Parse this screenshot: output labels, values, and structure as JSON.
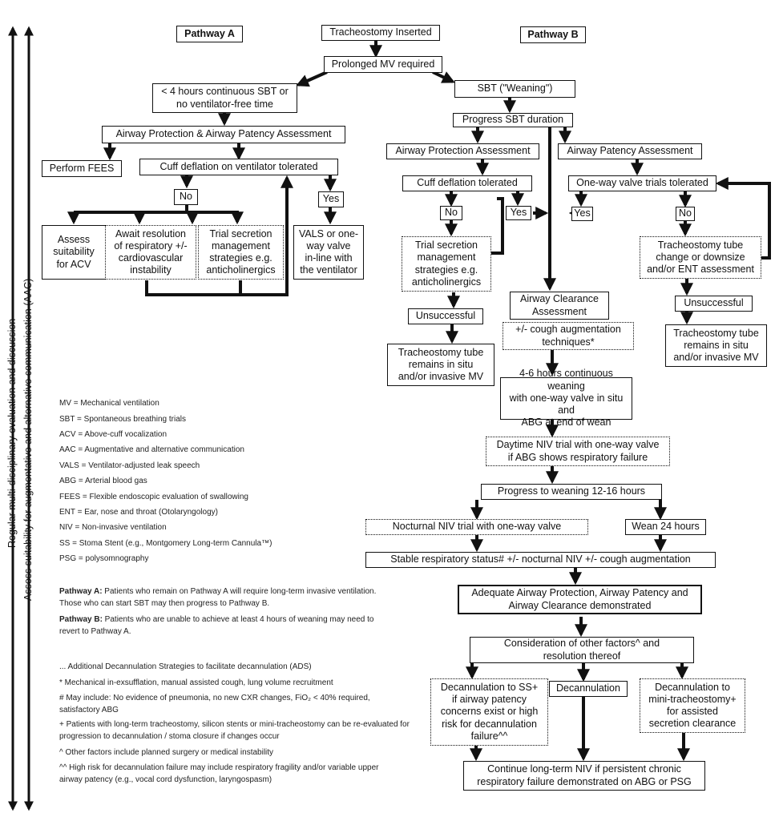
{
  "side_labels": {
    "outer": "Regular multi-disciplinary evaluation and discussion",
    "inner": "Assess suitability for augmentative and alternative communication (AAC)"
  },
  "headers": {
    "pathway_a": "Pathway A",
    "pathway_b": "Pathway B"
  },
  "top": {
    "inserted": "Tracheostomy Inserted",
    "prolonged": "Prolonged MV required"
  },
  "pathway_a": {
    "lt4": "< 4 hours continuous SBT or\nno ventilator-free time",
    "assessment": "Airway Protection & Airway Patency Assessment",
    "fees": "Perform FEES",
    "cuff": "Cuff deflation on ventilator tolerated",
    "no": "No",
    "yes": "Yes",
    "acv": "Assess\nsuitability\nfor ACV",
    "await": "Await resolution\nof respiratory +/-\ncardiovascular\ninstability",
    "trial": "Trial secretion\nmanagement\nstrategies e.g.\nanticholinergics",
    "vals": "VALS or one-\nway valve\nin-line with\nthe ventilator"
  },
  "pathway_b": {
    "sbt": "SBT (\"Weaning\")",
    "progress": "Progress SBT duration",
    "protection": "Airway Protection Assessment",
    "patency": "Airway Patency Assessment",
    "cuff": "Cuff deflation tolerated",
    "oneway": "One-way valve trials tolerated",
    "no_left": "No",
    "yes_left": "Yes",
    "yes_right": "Yes",
    "no_right": "No",
    "trial": "Trial secretion\nmanagement\nstrategies e.g.\nanticholinergics",
    "change": "Tracheostomy tube\nchange or downsize\nand/or ENT assessment",
    "unsuccessful_left": "Unsuccessful",
    "unsuccessful_right": "Unsuccessful",
    "remains_left": "Tracheostomy tube\nremains in situ\nand/or invasive MV",
    "remains_right": "Tracheostomy tube\nremains in situ\nand/or invasive MV",
    "clearance": "Airway Clearance\nAssessment",
    "cough": "+/- cough augmentation\ntechniques*",
    "weaning46": "4-6 hours continuous weaning\nwith one-way valve in situ and\nABG at end of wean",
    "daytime": "Daytime NIV trial with one-way valve\nif ABG shows respiratory failure",
    "progress1216": "Progress to weaning  12-16 hours",
    "nocturnal": "Nocturnal NIV trial with one-way valve",
    "wean24": "Wean 24 hours",
    "stable": "Stable respiratory status# +/- nocturnal NIV +/- cough augmentation",
    "adequate": "Adequate Airway Protection, Airway Patency and\nAirway Clearance demonstrated",
    "consideration": "Consideration of other factors^ and\nresolution thereof",
    "decann_ss": "Decannulation to SS+\nif airway patency\nconcerns exist or high\nrisk for decannulation\nfailure^^",
    "decann": "Decannulation",
    "decann_mini": "Decannulation to\nmini-tracheostomy+\nfor assisted\nsecretion clearance",
    "continue": "Continue long-term NIV if persistent chronic\nrespiratory failure demonstrated on ABG or PSG"
  },
  "legend": [
    "MV = Mechanical ventilation",
    "SBT = Spontaneous breathing trials",
    "ACV = Above-cuff vocalization",
    "AAC = Augmentative and alternative communication",
    "VALS = Ventilator-adjusted leak speech",
    "ABG = Arterial blood gas",
    "FEES = Flexible endoscopic evaluation of swallowing",
    "ENT = Ear, nose and throat (Otolaryngology)",
    "NIV = Non-invasive ventilation",
    "SS = Stoma Stent (e.g., Montgomery Long-term Cannula™)",
    "PSG = polysomnography"
  ],
  "notes": {
    "pa_label": "Pathway A:",
    "pa_text": " Patients who remain on Pathway A will require long-term invasive ventilation. Those who can start SBT may then progress to Pathway B.",
    "pb_label": "Pathway B:",
    "pb_text": " Patients who are unable to achieve at least 4 hours of weaning may need to revert to Pathway A.",
    "dots": "... Additional Decannulation Strategies to facilitate decannulation (ADS)",
    "star": "* Mechanical in-exsufflation, manual assisted cough, lung volume recruitment",
    "hash": "# May include: No evidence of pneumonia, no new CXR changes, FiO₂ < 40% required, satisfactory ABG",
    "plus": "+ Patients with long-term tracheostomy, silicon stents or mini-tracheostomy can be re-evaluated for progression to decannulation / stoma closure if changes occur",
    "caret": "^ Other factors include planned surgery or medical instability",
    "caret2": "^^ High risk for decannulation failure may include respiratory fragility and/or variable upper airway patency (e.g., vocal cord dysfunction, laryngospasm)"
  }
}
